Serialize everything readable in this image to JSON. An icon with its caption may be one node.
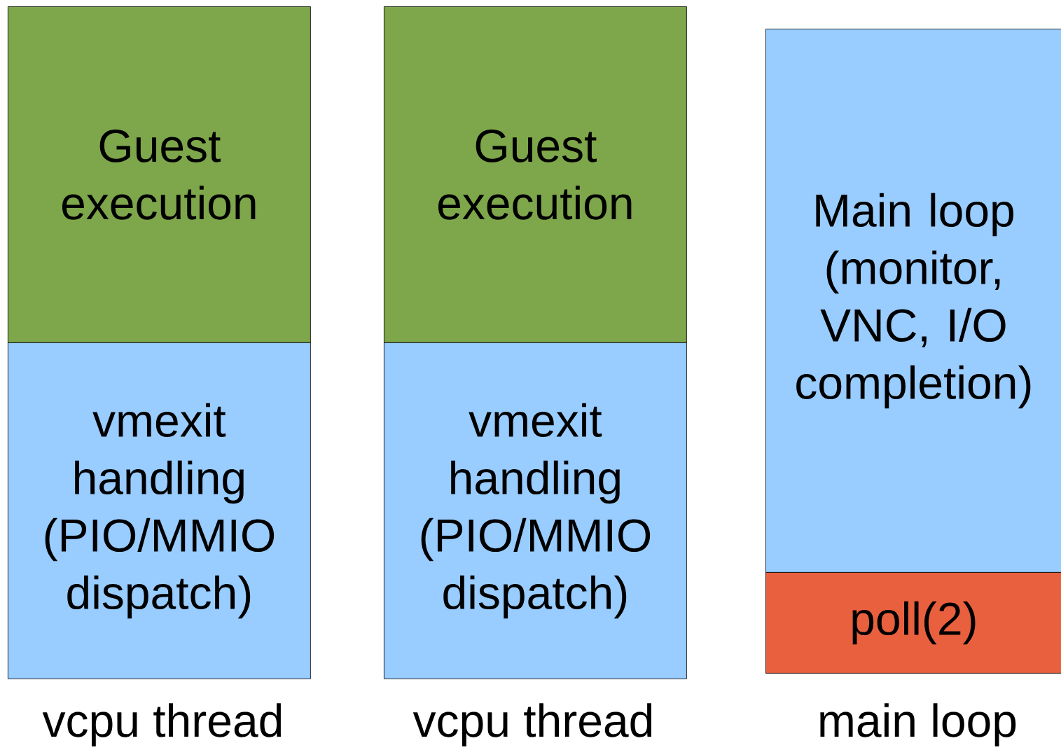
{
  "diagram": {
    "nodes": [
      {
        "text": [
          "Guest execution"
        ]
      },
      {
        "text": [
          "vmexit handling (PIO/MMIO dispatch)"
        ]
      },
      {
        "text": [
          "Guest execution"
        ]
      },
      {
        "text": [
          "vmexit handling (PIO/MMIO dispatch)"
        ]
      },
      {
        "text": [
          "Main loop (monitor, VNC, I/O completion)"
        ]
      },
      {
        "text": [
          "poll(2)"
        ]
      }
    ],
    "edges": [],
    "labels": [
      "vcpu thread",
      "vcpu thread",
      "main loop"
    ]
  }
}
